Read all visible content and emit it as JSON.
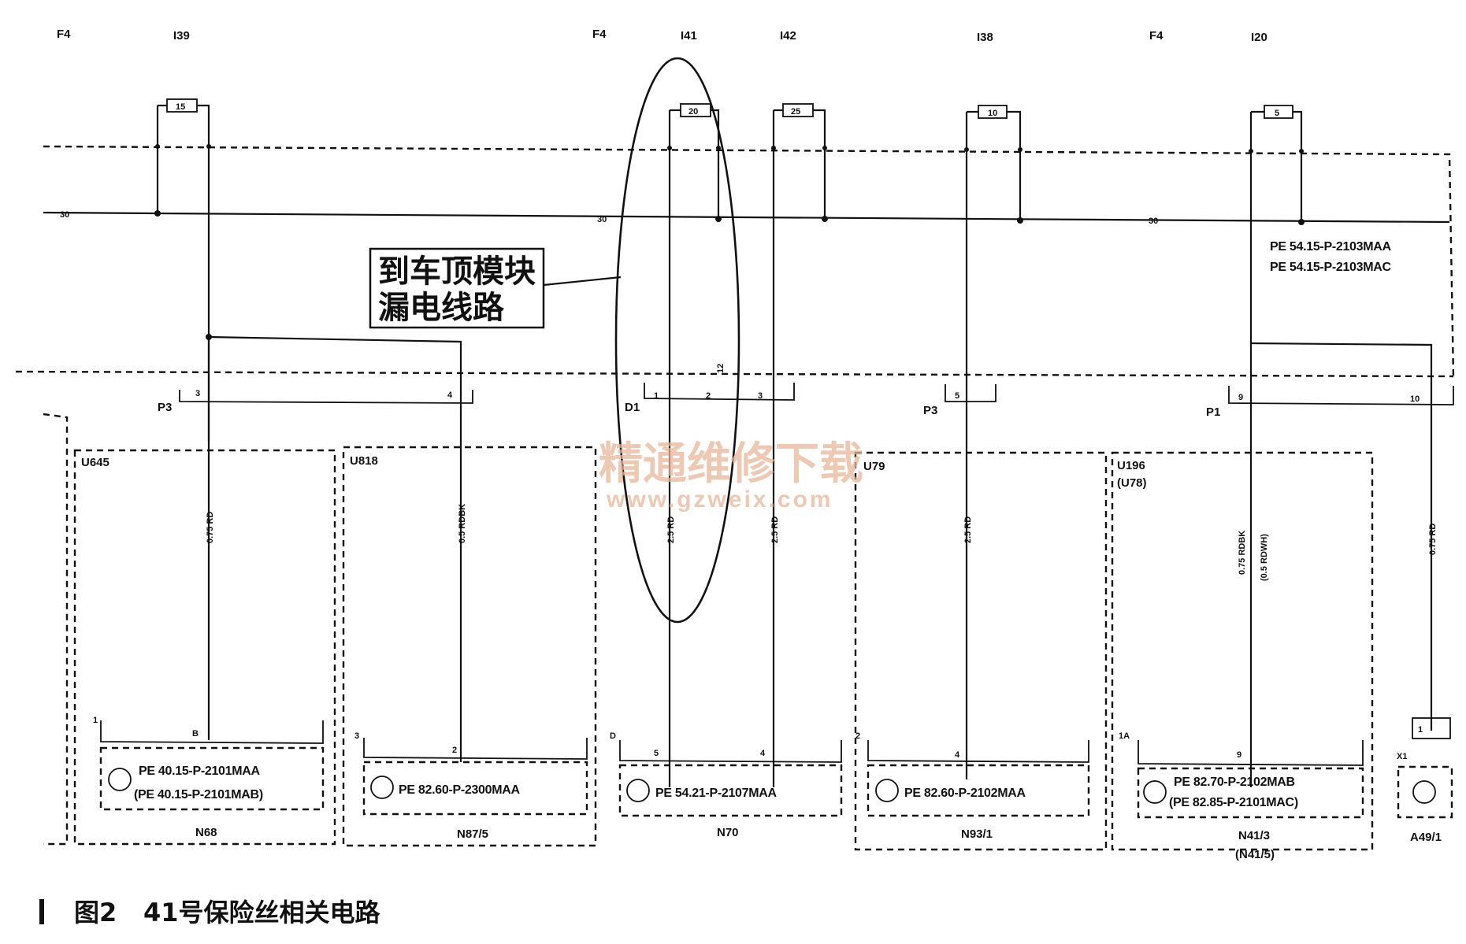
{
  "fuse_block_labels": [
    "F4",
    "F4",
    "F4"
  ],
  "fuse_ids": [
    "f39",
    "f41",
    "f42",
    "f38",
    "f20"
  ],
  "fuses": [
    {
      "label": "I39",
      "value": "15"
    },
    {
      "label": "I41",
      "value": "20"
    },
    {
      "label": "I42",
      "value": "25"
    },
    {
      "label": "I38",
      "value": "10"
    },
    {
      "label": "I20",
      "value": "5"
    }
  ],
  "bus_marks": [
    "30",
    "30",
    "30"
  ],
  "pe_top": [
    "PE 54.15-P-2103MAA",
    "PE 54.15-P-2103MAC"
  ],
  "note": [
    "到车顶模块",
    "漏电线路"
  ],
  "connectors": {
    "p3a": {
      "label": "P3",
      "pins": [
        "3",
        "4"
      ]
    },
    "d1": {
      "label": "D1",
      "pins": [
        "1",
        "2",
        "3"
      ]
    },
    "p3b": {
      "label": "P3",
      "pins": [
        "5"
      ]
    },
    "p1": {
      "label": "P1",
      "pins": [
        "9",
        "10"
      ]
    }
  },
  "d1_side_mark": "12",
  "zones": {
    "u645": "U645",
    "u818": "U818",
    "u79": "U79",
    "u196": "U196",
    "u78": "(U78)"
  },
  "wire_labels": {
    "w1": "0.75 RD",
    "w2": "0.5 RDBK",
    "w3": "2.5 RD",
    "w4": "2.5 RD",
    "w5": "2.5 RD",
    "w6a": "0.75 RDBK",
    "w6b": "(0.5 RDWH)",
    "w7": "0.75 RD"
  },
  "devices": {
    "n68": {
      "name": "N68",
      "conn": "1",
      "pin": "B",
      "pe": [
        "PE 40.15-P-2101MAA",
        "(PE 40.15-P-2101MAB)"
      ]
    },
    "n875": {
      "name": "N87/5",
      "conn": "3",
      "pin": "2",
      "pe": [
        "PE 82.60-P-2300MAA"
      ]
    },
    "n70": {
      "name": "N70",
      "conn": "D",
      "pins": [
        "5",
        "4"
      ],
      "pe": [
        "PE 54.21-P-2107MAA"
      ]
    },
    "n931": {
      "name": "N93/1",
      "conn": "2",
      "pin": "4",
      "pe": [
        "PE 82.60-P-2102MAA"
      ]
    },
    "n413": {
      "name": "N41/3",
      "name2": "(N41/5)",
      "conn": "1A",
      "pin": "9",
      "pe": [
        "PE 82.70-P-2102MAB",
        "(PE 82.85-P-2101MAC)"
      ]
    },
    "a491": {
      "name": "A49/1",
      "conn": "X1",
      "pin": "1"
    }
  },
  "watermark": {
    "cn": "精通维修下载",
    "url": "www.gzweix.com"
  },
  "caption": {
    "fig": "图2",
    "text": "41号保险丝相关电路"
  }
}
